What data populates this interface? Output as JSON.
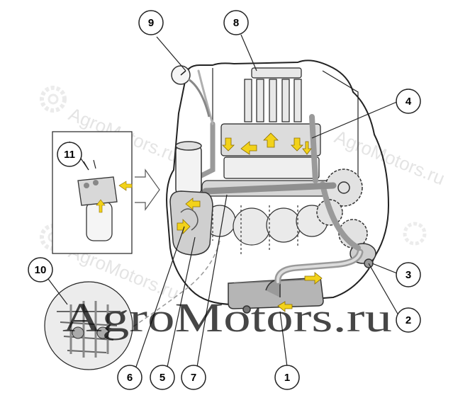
{
  "callouts": [
    {
      "id": "1",
      "label": "1"
    },
    {
      "id": "2",
      "label": "2"
    },
    {
      "id": "3",
      "label": "3"
    },
    {
      "id": "4",
      "label": "4"
    },
    {
      "id": "5",
      "label": "5"
    },
    {
      "id": "6",
      "label": "6"
    },
    {
      "id": "7",
      "label": "7"
    },
    {
      "id": "8",
      "label": "8"
    },
    {
      "id": "9",
      "label": "9"
    },
    {
      "id": "10",
      "label": "10"
    },
    {
      "id": "11",
      "label": "11"
    }
  ],
  "watermark": {
    "main": "AgroMotors.ru",
    "faint": "AgroMotors.ru"
  },
  "colors": {
    "oil_flow": "#f2d21a",
    "pressure_flow": "#8a8a8a",
    "outline": "#222222"
  }
}
